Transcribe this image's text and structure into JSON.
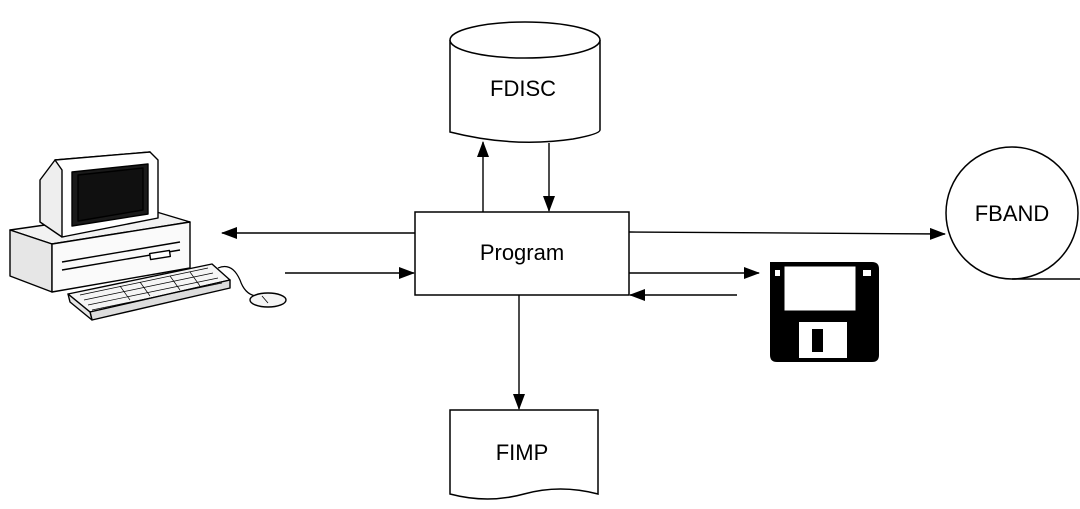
{
  "diagram": {
    "nodes": {
      "program": {
        "label": "Program"
      },
      "fdisc": {
        "label": "FDISC"
      },
      "fband": {
        "label": "FBAND"
      },
      "fimp": {
        "label": "FIMP"
      },
      "computer": {
        "icon": "desktop-computer-icon"
      },
      "floppy": {
        "icon": "floppy-disk-icon"
      }
    }
  }
}
